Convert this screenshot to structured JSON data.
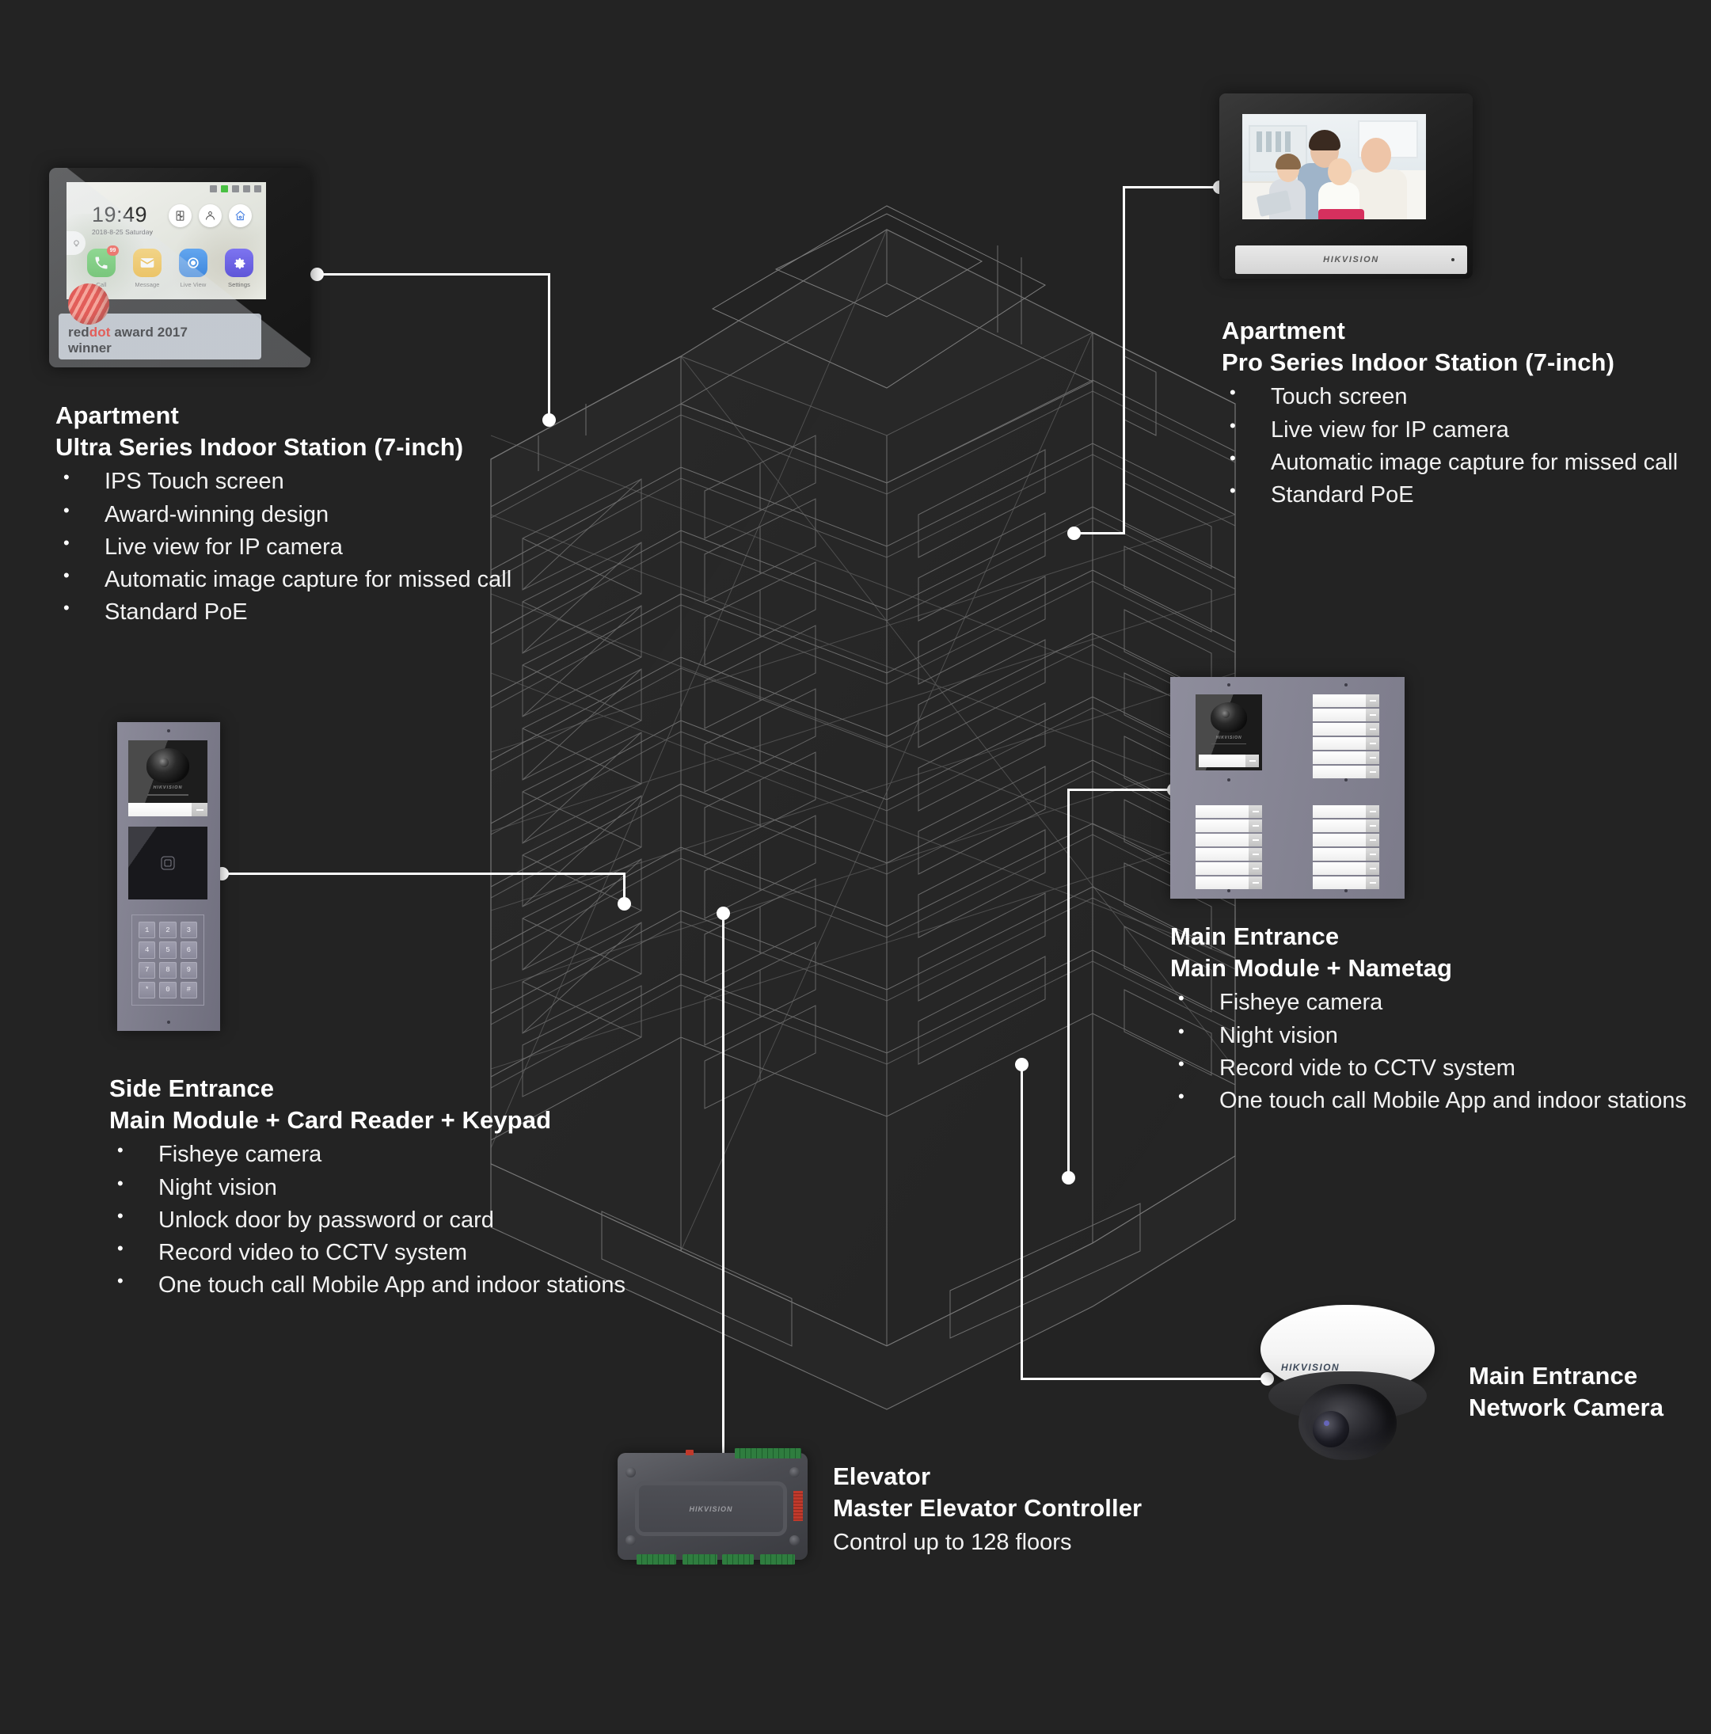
{
  "background_color": "#232323",
  "accent_color": "#ffffff",
  "brand": "HIKVISION",
  "callouts": {
    "ultra": {
      "title1": "Apartment",
      "title2": "Ultra Series Indoor Station (7-inch)",
      "bullets": [
        "IPS Touch screen",
        "Award-winning design",
        "Live view for IP camera",
        "Automatic image capture for missed call",
        "Standard PoE"
      ]
    },
    "pro": {
      "title1": "Apartment",
      "title2": "Pro Series Indoor Station (7-inch)",
      "bullets": [
        "Touch screen",
        "Live view for IP camera",
        "Automatic image capture for missed call",
        "Standard PoE"
      ]
    },
    "main_entrance": {
      "title1": "Main Entrance",
      "title2": "Main Module + Nametag",
      "bullets": [
        "Fisheye camera",
        "Night vision",
        "Record vide to CCTV system",
        "One touch call Mobile App and indoor stations"
      ]
    },
    "side_entrance": {
      "title1": "Side Entrance",
      "title2": "Main Module + Card Reader + Keypad",
      "bullets": [
        "Fisheye camera",
        "Night vision",
        "Unlock door by password or card",
        "Record video to CCTV system",
        "One touch call Mobile App and indoor stations"
      ]
    },
    "elevator": {
      "title1": "Elevator",
      "title2": "Master Elevator Controller",
      "sub": "Control up to 128 floors"
    },
    "network_camera": {
      "title1": "Main Entrance",
      "title2": "Network Camera"
    }
  },
  "ultra_device": {
    "clock": "19:49",
    "date": "2018-8-25  Saturday",
    "apps": [
      {
        "label": "Call",
        "icon": "phone-icon",
        "color": "#5fcc5f",
        "badge": "99"
      },
      {
        "label": "Message",
        "icon": "envelope-icon",
        "color": "#f5c244",
        "badge": ""
      },
      {
        "label": "Live View",
        "icon": "eye-icon",
        "color": "#4f97e8",
        "badge": ""
      },
      {
        "label": "Settings",
        "icon": "gear-icon",
        "color": "#6c63e6",
        "badge": ""
      }
    ],
    "quick_circles": [
      "elevator-icon",
      "concierge-icon",
      "home-unlock-icon"
    ],
    "status_icons": [
      "capture-icon",
      "shield-icon",
      "network-icon",
      "wifi-icon",
      "sdcard-icon"
    ],
    "award": {
      "line1_a": "red",
      "line1_b": "dot",
      "line1_c": " award 2017",
      "line2": "winner",
      "dot_color": "#e2231a"
    }
  },
  "pro_device": {
    "brand": "HIKVISION"
  },
  "door_station": {
    "brand": "HIKVISION",
    "keypad": [
      "1",
      "2",
      "3",
      "4",
      "5",
      "6",
      "7",
      "8",
      "9",
      "*",
      "0",
      "#"
    ]
  },
  "nametag_module": {
    "brand": "HIKVISION",
    "rows_per_block": 6,
    "blocks": 3
  },
  "elevator_device": {
    "brand": "HIKVISION"
  },
  "dome_camera": {
    "brand": "HIKVISION"
  }
}
